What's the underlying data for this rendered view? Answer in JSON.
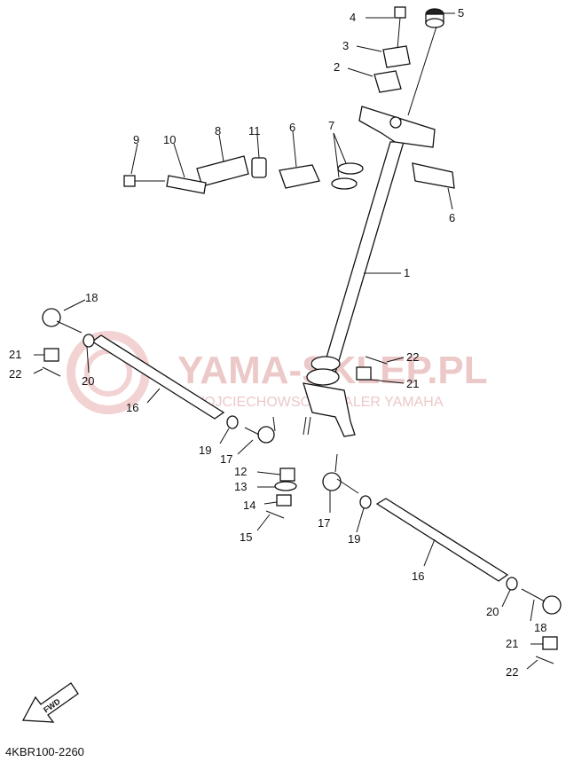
{
  "diagram_code": "4KBR100-2260",
  "fwd_label": "FWD",
  "watermark": {
    "title": "YAMA-SKLEP.PL",
    "subtitle": "WOJCIECHOWSCY DEALER YAMAHA"
  },
  "callouts": [
    "1",
    "2",
    "3",
    "4",
    "5",
    "6",
    "6",
    "7",
    "8",
    "9",
    "10",
    "11",
    "12",
    "13",
    "14",
    "15",
    "16",
    "16",
    "17",
    "17",
    "18",
    "18",
    "19",
    "19",
    "20",
    "20",
    "21",
    "21",
    "22",
    "22"
  ],
  "colors": {
    "line": "#111111",
    "watermark": "#ecc8c8",
    "background": "#ffffff"
  }
}
